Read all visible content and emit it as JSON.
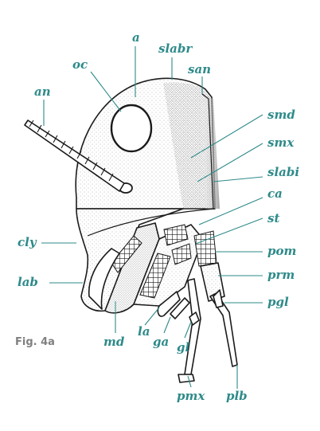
{
  "figure": {
    "caption": "Fig. 4a",
    "labels": {
      "slabr": "slabr",
      "a": "a",
      "san": "san",
      "oc": "oc",
      "an": "an",
      "smd": "smd",
      "smx": "smx",
      "slabi": "slabi",
      "ca": "ca",
      "st": "st",
      "cly": "cly",
      "pom": "pom",
      "prm": "prm",
      "lab": "lab",
      "pgl": "pgl",
      "la": "la",
      "md": "md",
      "ga": "ga",
      "gl": "gl",
      "pmx": "pmx",
      "plb": "plb"
    },
    "colors": {
      "label": "#2e8a8a",
      "line": "#1a1a1a",
      "caption": "#808080"
    }
  }
}
